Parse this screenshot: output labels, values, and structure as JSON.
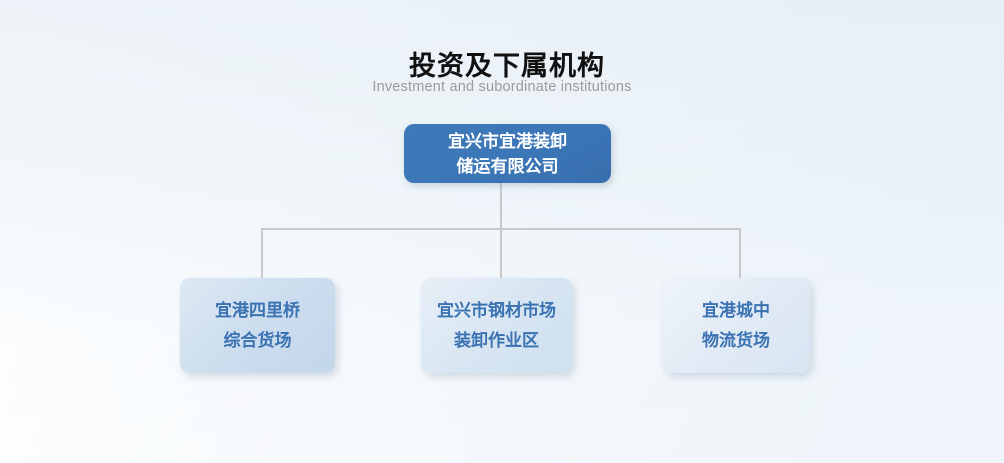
{
  "header": {
    "title": "投资及下属机构",
    "subtitle": "Investment and subordinate institutions"
  },
  "org": {
    "root": {
      "line1": "宜兴市宜港装卸",
      "line2": "储运有限公司"
    },
    "children": [
      {
        "line1": "宜港四里桥",
        "line2": "综合货场"
      },
      {
        "line1": "宜兴市钢材市场",
        "line2": "装卸作业区"
      },
      {
        "line1": "宜港城中",
        "line2": "物流货场"
      }
    ]
  },
  "colors": {
    "root_box": "#3b76b7",
    "root_text": "#ffffff",
    "child_box_1": "#cdddee",
    "child_box_2": "#d9e6f3",
    "child_box_3": "#e2ebf5",
    "child_text": "#3a72b2",
    "connector_line": "#c9c9c9",
    "title_text": "#111111",
    "subtitle_text": "#9b9b9b"
  }
}
